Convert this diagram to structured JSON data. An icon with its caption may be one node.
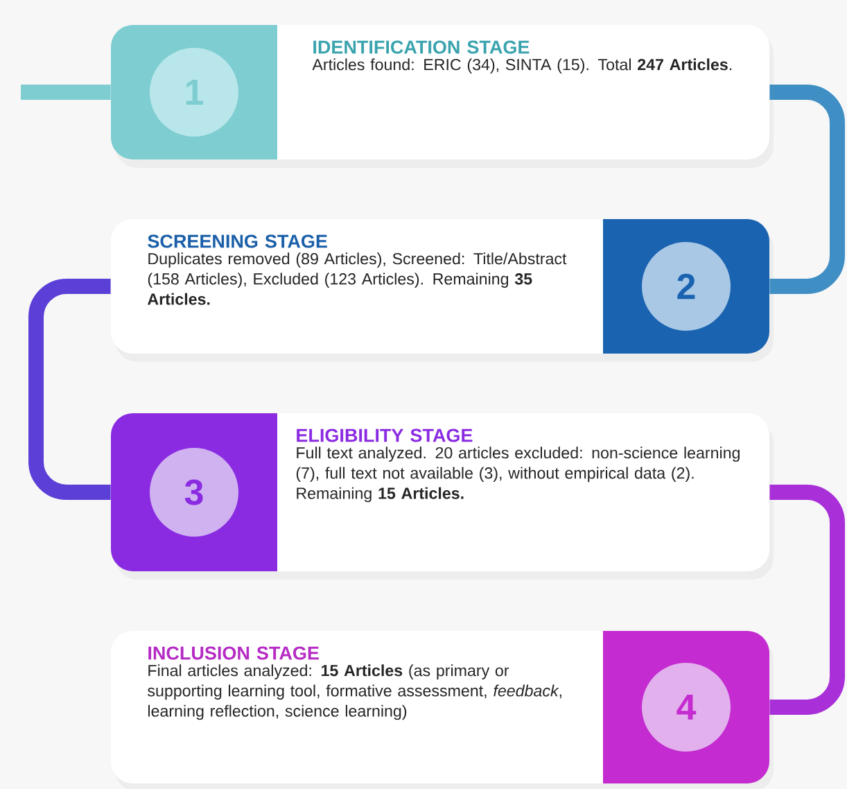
{
  "diagram": {
    "nodes": [
      {
        "text": [
          "IDENTIFICATION STAGE",
          "Articles found: ERIC (34), SINTA (15). Total **247 Articles**."
        ]
      },
      {
        "text": [
          "1"
        ],
        "in": 0
      },
      {
        "text": [
          "SCREENING STAGE",
          "Duplicates removed (89 Articles), Screened: Title/Abstract (158 Articles), Excluded (123 Articles). Remaining **35 Articles.**"
        ]
      },
      {
        "text": [
          "2"
        ],
        "in": 2
      },
      {
        "text": [
          "ELIGIBILITY STAGE",
          "Full text analyzed. 20 articles excluded: non-science learning (7), full text not available (3), without empirical data (2). Remaining **15 Articles.**"
        ]
      },
      {
        "text": [
          "3"
        ],
        "in": 4
      },
      {
        "text": [
          "INCLUSION STAGE",
          "Final articles analyzed: **15 Articles** (as primary or supporting learning tool, formative assessment, *feedback*, learning reflection, science learning)"
        ]
      },
      {
        "text": [
          "4"
        ],
        "in": 6
      }
    ],
    "edges": [
      {
        "from": null,
        "to": 0,
        "arrow": "none",
        "color": "#7ecdd1"
      },
      {
        "from": 0,
        "to": 2,
        "arrow": "none",
        "color": "#3f8fc4"
      },
      {
        "from": 2,
        "to": 4,
        "arrow": "none",
        "color": "#5b3fd6"
      },
      {
        "from": 4,
        "to": 6,
        "arrow": "none",
        "color": "#a92fd8"
      }
    ]
  }
}
